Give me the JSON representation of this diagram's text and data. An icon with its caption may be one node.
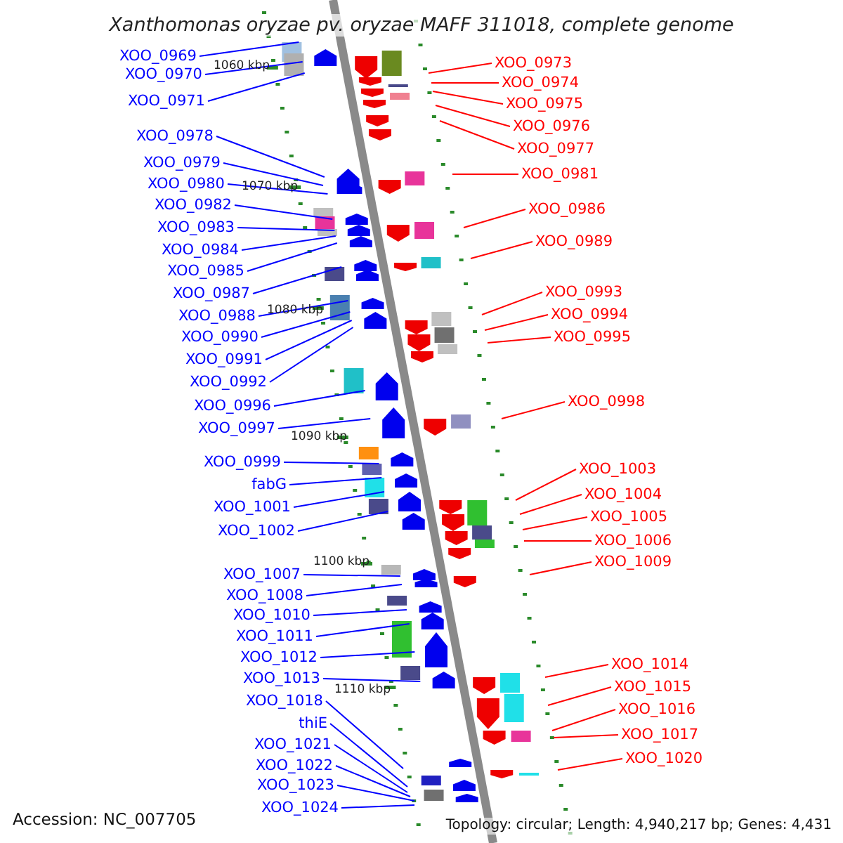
{
  "diagram": {
    "title": "Xanthomonas oryzae pv. oryzae MAFF 311018, complete genome",
    "nodes": [
      {
        "text": [
          "XOO_0969"
        ]
      },
      {
        "text": [
          "XOO_0970"
        ]
      },
      {
        "text": [
          "XOO_0971"
        ]
      },
      {
        "text": [
          "XOO_0978"
        ]
      },
      {
        "text": [
          "XOO_0979"
        ]
      },
      {
        "text": [
          "XOO_0980"
        ]
      },
      {
        "text": [
          "XOO_0982"
        ]
      },
      {
        "text": [
          "XOO_0983"
        ]
      },
      {
        "text": [
          "XOO_0984"
        ]
      },
      {
        "text": [
          "XOO_0985"
        ]
      },
      {
        "text": [
          "XOO_0987"
        ]
      },
      {
        "text": [
          "XOO_0988"
        ]
      },
      {
        "text": [
          "XOO_0990"
        ]
      },
      {
        "text": [
          "XOO_0991"
        ]
      },
      {
        "text": [
          "XOO_0992"
        ]
      },
      {
        "text": [
          "XOO_0996"
        ]
      },
      {
        "text": [
          "XOO_0997"
        ]
      },
      {
        "text": [
          "XOO_0999"
        ]
      },
      {
        "text": [
          "fabG"
        ]
      },
      {
        "text": [
          "XOO_1001"
        ]
      },
      {
        "text": [
          "XOO_1002"
        ]
      },
      {
        "text": [
          "XOO_1007"
        ]
      },
      {
        "text": [
          "XOO_1008"
        ]
      },
      {
        "text": [
          "XOO_1010"
        ]
      },
      {
        "text": [
          "XOO_1011"
        ]
      },
      {
        "text": [
          "XOO_1012"
        ]
      },
      {
        "text": [
          "XOO_1013"
        ]
      },
      {
        "text": [
          "XOO_1018"
        ]
      },
      {
        "text": [
          "thiE"
        ]
      },
      {
        "text": [
          "XOO_1021"
        ]
      },
      {
        "text": [
          "XOO_1022"
        ]
      },
      {
        "text": [
          "XOO_1023"
        ]
      },
      {
        "text": [
          "XOO_1024"
        ]
      },
      {
        "text": [
          "XOO_0973"
        ]
      },
      {
        "text": [
          "XOO_0974"
        ]
      },
      {
        "text": [
          "XOO_0975"
        ]
      },
      {
        "text": [
          "XOO_0976"
        ]
      },
      {
        "text": [
          "XOO_0977"
        ]
      },
      {
        "text": [
          "XOO_0981"
        ]
      },
      {
        "text": [
          "XOO_0986"
        ]
      },
      {
        "text": [
          "XOO_0989"
        ]
      },
      {
        "text": [
          "XOO_0993"
        ]
      },
      {
        "text": [
          "XOO_0994"
        ]
      },
      {
        "text": [
          "XOO_0995"
        ]
      },
      {
        "text": [
          "XOO_0998"
        ]
      },
      {
        "text": [
          "XOO_1003"
        ]
      },
      {
        "text": [
          "XOO_1004"
        ]
      },
      {
        "text": [
          "XOO_1005"
        ]
      },
      {
        "text": [
          "XOO_1006"
        ]
      },
      {
        "text": [
          "XOO_1009"
        ]
      },
      {
        "text": [
          "XOO_1014"
        ]
      },
      {
        "text": [
          "XOO_1015"
        ]
      },
      {
        "text": [
          "XOO_1016"
        ]
      },
      {
        "text": [
          "XOO_1017"
        ]
      },
      {
        "text": [
          "XOO_1020"
        ]
      }
    ],
    "edges": [
      {
        "from": 0,
        "to": null,
        "arrow": "none"
      },
      {
        "from": 1,
        "to": null,
        "arrow": "none"
      },
      {
        "from": 2,
        "to": null,
        "arrow": "none"
      },
      {
        "from": 3,
        "to": null,
        "arrow": "none"
      },
      {
        "from": 4,
        "to": null,
        "arrow": "none"
      },
      {
        "from": 5,
        "to": null,
        "arrow": "none"
      },
      {
        "from": 6,
        "to": null,
        "arrow": "none"
      },
      {
        "from": 7,
        "to": null,
        "arrow": "none"
      },
      {
        "from": 8,
        "to": null,
        "arrow": "none"
      },
      {
        "from": 9,
        "to": null,
        "arrow": "none"
      },
      {
        "from": 10,
        "to": null,
        "arrow": "none"
      },
      {
        "from": 11,
        "to": null,
        "arrow": "none"
      },
      {
        "from": 12,
        "to": null,
        "arrow": "none"
      },
      {
        "from": 13,
        "to": null,
        "arrow": "none"
      },
      {
        "from": 14,
        "to": null,
        "arrow": "none"
      },
      {
        "from": 15,
        "to": null,
        "arrow": "none"
      },
      {
        "from": 16,
        "to": null,
        "arrow": "none"
      },
      {
        "from": 17,
        "to": null,
        "arrow": "none"
      },
      {
        "from": 18,
        "to": null,
        "arrow": "none"
      },
      {
        "from": 19,
        "to": null,
        "arrow": "none"
      },
      {
        "from": 20,
        "to": null,
        "arrow": "none"
      },
      {
        "from": 21,
        "to": null,
        "arrow": "none"
      },
      {
        "from": 22,
        "to": null,
        "arrow": "none"
      },
      {
        "from": 23,
        "to": null,
        "arrow": "none"
      },
      {
        "from": 24,
        "to": null,
        "arrow": "none"
      },
      {
        "from": 25,
        "to": null,
        "arrow": "none"
      },
      {
        "from": 26,
        "to": null,
        "arrow": "none"
      },
      {
        "from": 27,
        "to": null,
        "arrow": "none"
      },
      {
        "from": 28,
        "to": null,
        "arrow": "none"
      },
      {
        "from": 29,
        "to": null,
        "arrow": "none"
      },
      {
        "from": 30,
        "to": null,
        "arrow": "none"
      },
      {
        "from": 31,
        "to": null,
        "arrow": "none"
      },
      {
        "from": 32,
        "to": null,
        "arrow": "none"
      },
      {
        "from": 33,
        "to": null,
        "arrow": "none",
        "color": "#ff0000"
      },
      {
        "from": 34,
        "to": null,
        "arrow": "none",
        "color": "#ff0000"
      },
      {
        "from": 35,
        "to": null,
        "arrow": "none",
        "color": "#ff0000"
      },
      {
        "from": 36,
        "to": null,
        "arrow": "none",
        "color": "#ff0000"
      },
      {
        "from": 37,
        "to": null,
        "arrow": "none",
        "color": "#ff0000"
      },
      {
        "from": 38,
        "to": null,
        "arrow": "none",
        "color": "#ff0000"
      },
      {
        "from": 39,
        "to": null,
        "arrow": "none",
        "color": "#ff0000"
      },
      {
        "from": 40,
        "to": null,
        "arrow": "none",
        "color": "#ff0000"
      },
      {
        "from": 41,
        "to": null,
        "arrow": "none",
        "color": "#ff0000"
      },
      {
        "from": 42,
        "to": null,
        "arrow": "none",
        "color": "#ff0000"
      },
      {
        "from": 43,
        "to": null,
        "arrow": "none",
        "color": "#ff0000"
      },
      {
        "from": 44,
        "to": null,
        "arrow": "none",
        "color": "#ff0000"
      },
      {
        "from": 45,
        "to": null,
        "arrow": "none",
        "color": "#ff0000"
      },
      {
        "from": 46,
        "to": null,
        "arrow": "none",
        "color": "#ff0000"
      },
      {
        "from": 47,
        "to": null,
        "arrow": "none",
        "color": "#ff0000"
      },
      {
        "from": 48,
        "to": null,
        "arrow": "none",
        "color": "#ff0000"
      },
      {
        "from": 49,
        "to": null,
        "arrow": "none",
        "color": "#ff0000"
      },
      {
        "from": 50,
        "to": null,
        "arrow": "none",
        "color": "#ff0000"
      },
      {
        "from": 51,
        "to": null,
        "arrow": "none",
        "color": "#ff0000"
      },
      {
        "from": 52,
        "to": null,
        "arrow": "none",
        "color": "#ff0000"
      },
      {
        "from": 53,
        "to": null,
        "arrow": "none",
        "color": "#ff0000"
      },
      {
        "from": 54,
        "to": null,
        "arrow": "none",
        "color": "#ff0000"
      }
    ],
    "labels": [
      "1060 kbp",
      "1070 kbp",
      "1080 kbp",
      "1090 kbp",
      "1100 kbp",
      "1110 kbp",
      "Accession: NC_007705",
      "Topology: circular; Length: 4,940,217 bp; Genes: 4,431"
    ]
  }
}
